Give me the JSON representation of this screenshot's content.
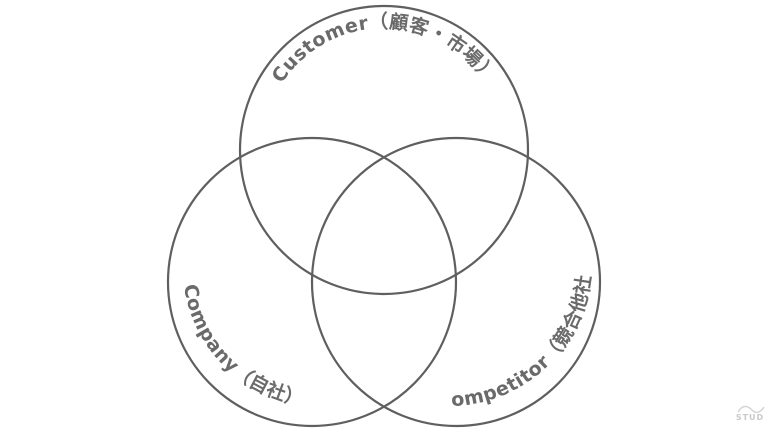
{
  "diagram": {
    "labels": {
      "customer": "Customer（顧客・市場）",
      "company": "Company（自社）",
      "competitor": "Competitor（競合他社）"
    },
    "watermark": "STUD"
  }
}
